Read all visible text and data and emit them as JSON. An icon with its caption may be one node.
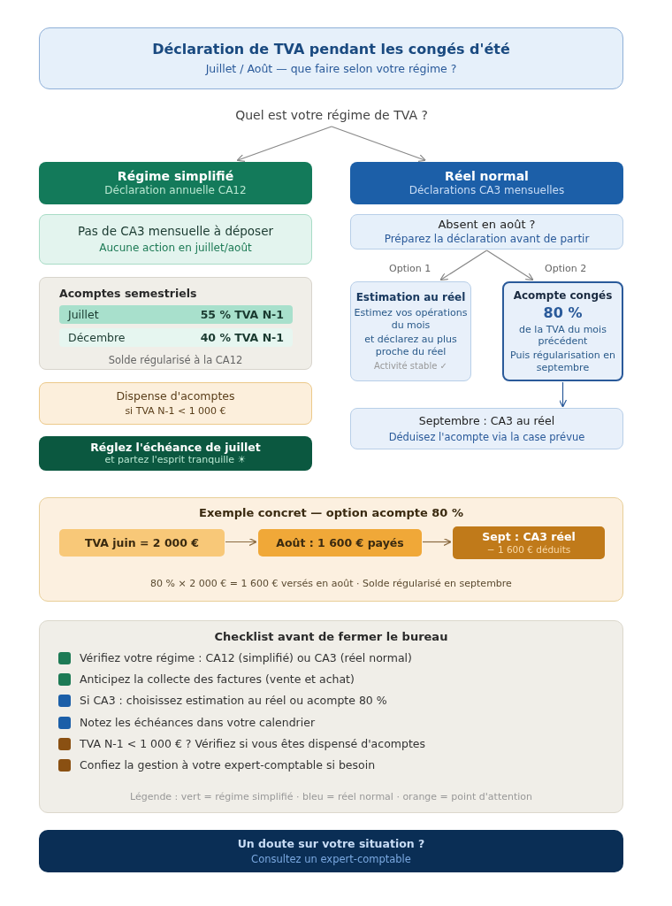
{
  "diagram": {
    "nodes": [
      {
        "text": [
          "Déclaration de TVA pendant les congés d'été",
          "Juillet / Août — que faire selon votre régime ?"
        ]
      },
      {
        "text": [
          "Quel est votre régime de TVA ?"
        ]
      },
      {
        "text": [
          "Régime simplifié",
          "Déclaration annuelle CA12"
        ]
      },
      {
        "text": [
          "Réel normal",
          "Déclarations CA3 mensuelles"
        ]
      },
      {
        "text": [
          "Pas de CA3 mensuelle à déposer",
          "Aucune action en juillet/août"
        ]
      },
      {
        "text": [
          "Absent en août ?",
          "Préparez la déclaration avant de partir"
        ]
      },
      {
        "text": [
          "Acomptes semestriels",
          "Solde régularisé à la CA12"
        ]
      },
      {
        "text": [
          "Juillet",
          "55 % TVA N-1"
        ],
        "in": 6
      },
      {
        "text": [
          "Décembre",
          "40 % TVA N-1"
        ],
        "in": 6
      },
      {
        "text": [
          "Estimation au réel",
          "Estimez vos opérations du mois",
          "et déclarez au plus proche du réel",
          "Activité stable ✓"
        ]
      },
      {
        "text": [
          "Acompte congés",
          "80 %",
          "de la TVA du mois précédent",
          "Puis régularisation en septembre"
        ]
      },
      {
        "text": [
          "Dispense d'acomptes",
          "si TVA N-1 < 1 000 €"
        ]
      },
      {
        "text": [
          "Septembre : CA3 au réel",
          "Déduisez l'acompte via la case prévue"
        ]
      },
      {
        "text": [
          "Réglez l'échéance de juillet",
          "et partez l'esprit tranquille ☀"
        ]
      },
      {
        "text": [
          "Exemple concret — option acompte 80 %",
          "80 % × 2 000 € = 1 600 € versés en août · Solde régularisé en septembre"
        ]
      },
      {
        "text": [
          "TVA juin = 2 000 €"
        ],
        "in": 14
      },
      {
        "text": [
          "Août : 1 600 € payés"
        ],
        "in": 14
      },
      {
        "text": [
          "Sept : CA3 réel",
          "− 1 600 € déduits"
        ],
        "in": 14
      },
      {
        "text": [
          "Checklist avant de fermer le bureau"
        ]
      },
      {
        "text": [
          "Un doute sur votre situation ?",
          "Consultez un expert-comptable"
        ]
      }
    ],
    "edges": [
      {
        "from": 1,
        "to": 2,
        "arrow": "to"
      },
      {
        "from": 1,
        "to": 3,
        "arrow": "to"
      },
      {
        "from": 5,
        "to": 9,
        "arrow": "to",
        "label": "Option 1"
      },
      {
        "from": 5,
        "to": 10,
        "arrow": "to",
        "label": "Option 2"
      },
      {
        "from": 10,
        "to": 12,
        "arrow": "to",
        "color": "#2a5a9a"
      },
      {
        "from": 15,
        "to": 16,
        "arrow": "to",
        "color": "#8a6a40"
      },
      {
        "from": 16,
        "to": 17,
        "arrow": "to",
        "color": "#8a6a40"
      }
    ],
    "labels": [
      "Vérifiez votre régime : CA12 (simplifié) ou CA3 (réel normal)",
      "Anticipez la collecte des factures (vente et achat)",
      "Si CA3 : choisissez estimation au réel ou acompte 80 %",
      "Notez les échéances dans votre calendrier",
      "TVA N-1 < 1 000 € ? Vérifiez si vous êtes dispensé d'acomptes",
      "Confiez la gestion à votre expert-comptable si besoin",
      "Légende : vert = régime simplifié · bleu = réel normal · orange = point d'attention"
    ]
  }
}
